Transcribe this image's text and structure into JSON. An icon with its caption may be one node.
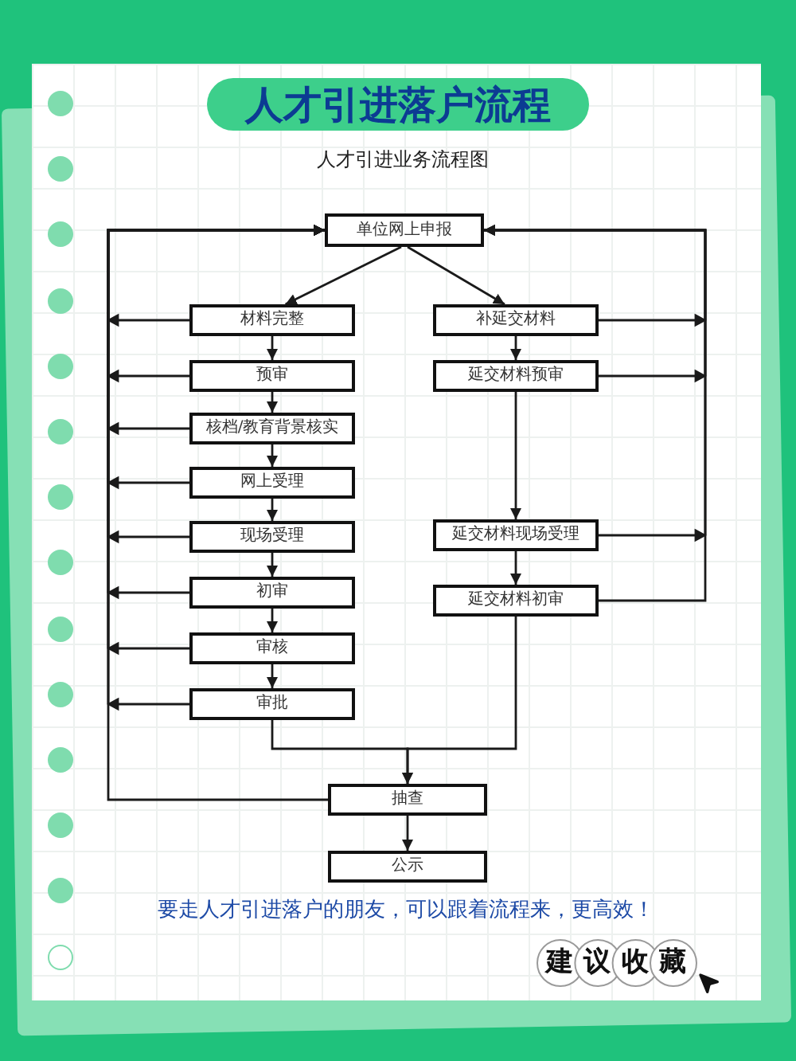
{
  "diagram": {
    "title": "人才引进落户流程",
    "caption": "要走人才引进落户的朋友，可以跟着流程来，更高效！",
    "nodes": [
      {
        "text": [
          "单位网上申报"
        ]
      },
      {
        "text": [
          "材料完整"
        ]
      },
      {
        "text": [
          "预审"
        ]
      },
      {
        "text": [
          "核档/教育背景核实"
        ]
      },
      {
        "text": [
          "网上受理"
        ]
      },
      {
        "text": [
          "现场受理"
        ]
      },
      {
        "text": [
          "初审"
        ]
      },
      {
        "text": [
          "审核"
        ]
      },
      {
        "text": [
          "审批"
        ]
      },
      {
        "text": [
          "补延交材料"
        ]
      },
      {
        "text": [
          "延交材料预审"
        ]
      },
      {
        "text": [
          "延交材料现场受理"
        ]
      },
      {
        "text": [
          "延交材料初审"
        ]
      },
      {
        "text": [
          "抽查"
        ]
      },
      {
        "text": [
          "公示"
        ]
      }
    ],
    "edges": [
      {
        "from": 0,
        "to": 1,
        "arrow": "to"
      },
      {
        "from": 0,
        "to": 9,
        "arrow": "to"
      },
      {
        "from": 1,
        "to": 2,
        "arrow": "to"
      },
      {
        "from": 2,
        "to": 3,
        "arrow": "to"
      },
      {
        "from": 3,
        "to": 4,
        "arrow": "to"
      },
      {
        "from": 4,
        "to": 5,
        "arrow": "to"
      },
      {
        "from": 5,
        "to": 6,
        "arrow": "to"
      },
      {
        "from": 6,
        "to": 7,
        "arrow": "to"
      },
      {
        "from": 7,
        "to": 8,
        "arrow": "to"
      },
      {
        "from": 9,
        "to": 10,
        "arrow": "to"
      },
      {
        "from": 10,
        "to": 11,
        "arrow": "to"
      },
      {
        "from": 11,
        "to": 12,
        "arrow": "to"
      },
      {
        "from": 8,
        "to": 13,
        "arrow": "to"
      },
      {
        "from": 12,
        "to": 13,
        "arrow": "to"
      },
      {
        "from": 13,
        "to": 14,
        "arrow": "to"
      },
      {
        "from": 1,
        "to": 0,
        "arrow": "to"
      },
      {
        "from": 2,
        "to": 0,
        "arrow": "to"
      },
      {
        "from": 3,
        "to": 0,
        "arrow": "to"
      },
      {
        "from": 4,
        "to": 0,
        "arrow": "to"
      },
      {
        "from": 5,
        "to": 0,
        "arrow": "to"
      },
      {
        "from": 6,
        "to": 0,
        "arrow": "to"
      },
      {
        "from": 7,
        "to": 0,
        "arrow": "to"
      },
      {
        "from": 8,
        "to": 0,
        "arrow": "to"
      },
      {
        "from": 13,
        "to": 0,
        "arrow": "to"
      },
      {
        "from": 9,
        "to": 0,
        "arrow": "to"
      },
      {
        "from": 10,
        "to": 0,
        "arrow": "to"
      },
      {
        "from": 11,
        "to": 0,
        "arrow": "to"
      },
      {
        "from": 12,
        "to": 0,
        "arrow": "to"
      }
    ],
    "labels": [
      "人才引进业务流程图",
      "建议收藏"
    ]
  }
}
